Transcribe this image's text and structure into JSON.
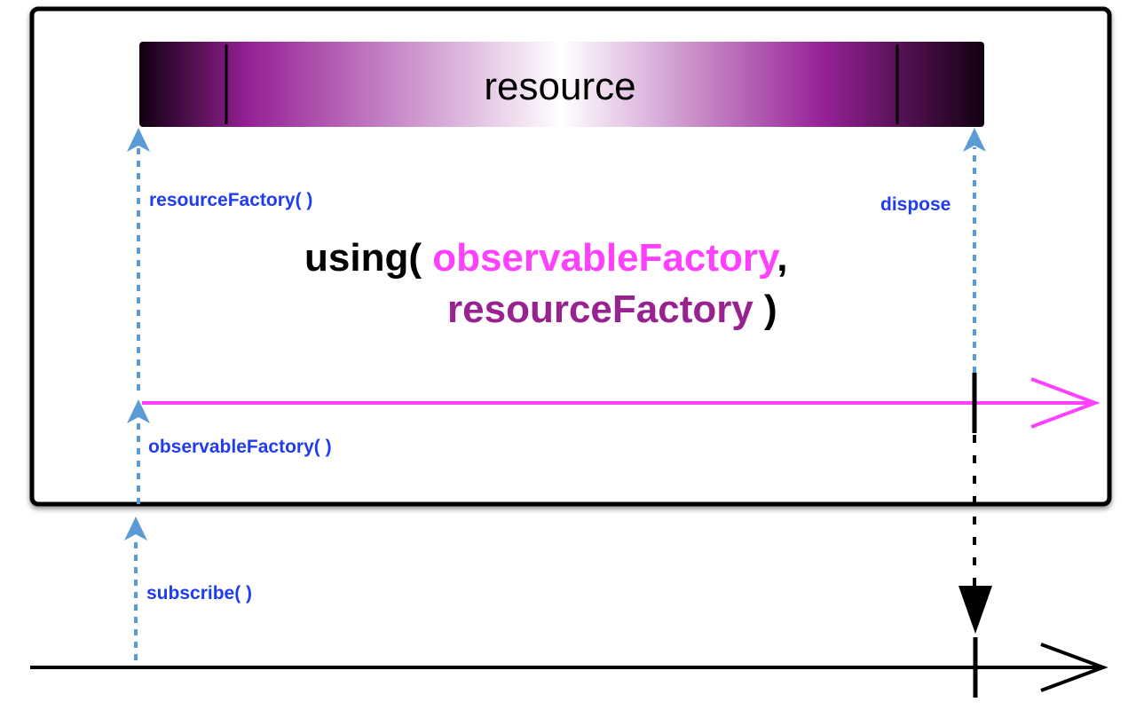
{
  "resource_bar": {
    "label": "resource"
  },
  "labels": {
    "resource_factory_call": "resourceFactory( )",
    "dispose": "dispose",
    "observable_factory_call": "observableFactory( )",
    "subscribe_call": "subscribe( )"
  },
  "code": {
    "open": "using( ",
    "arg1": "observableFactory",
    "comma": ",",
    "arg2": "resourceFactory",
    "close": " )"
  },
  "colors": {
    "call_label": "#1f3cf0",
    "dashed_arrow": "#5b9bd5",
    "observable_line": "#ff40ff",
    "code_arg1": "#ff40ff",
    "code_arg2": "#982290",
    "resource_dark": "#120010",
    "resource_mid": "#962196",
    "resource_light": "#ffffff",
    "frame": "#000000"
  }
}
